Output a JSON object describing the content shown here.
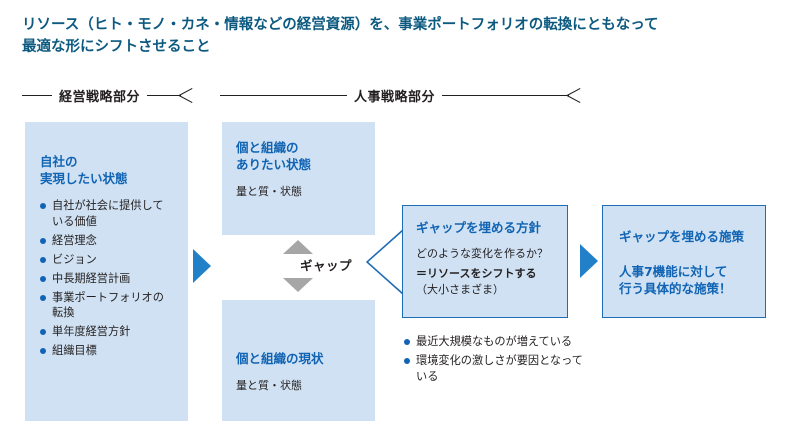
{
  "title": {
    "line1": "リソース（ヒト・モノ・カネ・情報などの経営資源）を、事業ポートフォリオの転換にともなって",
    "line2": "最適な形にシフトさせること",
    "color": "#0d5a80"
  },
  "section_arrows": [
    {
      "label": "経営戦略部分"
    },
    {
      "label": "人事戦略部分"
    }
  ],
  "boxes": {
    "own_company": {
      "heading_line1": "自社の",
      "heading_line2": "実現したい状態",
      "bullets": [
        "自社が社会に提供している価値",
        "経営理念",
        "ビジョン",
        "中長期経営計画",
        "事業ポートフォリオの転換",
        "単年度経営方針",
        "組織目標"
      ]
    },
    "desired_state": {
      "heading_line1": "個と組織の",
      "heading_line2": "ありたい状態",
      "sub": "量と質・状態"
    },
    "current_state": {
      "heading_line1": "個と組織の現状",
      "sub": "量と質・状態"
    },
    "policy": {
      "heading": "ギャップを埋める方針",
      "question": "どのような変化を作るか？",
      "answer": "＝リソースをシフトする",
      "note": "（大小さまざま）"
    },
    "measures": {
      "heading": "ギャップを埋める施策",
      "body_line1": "人事7機能に対して",
      "body_line2": "行う具体的な施策！"
    }
  },
  "gap": {
    "label": "ギャップ"
  },
  "policy_notes": [
    "最近大規模なものが増えている",
    "環境変化の激しさが要因となっている"
  ],
  "colors": {
    "fill_blue": "#cfe1f2",
    "border_blue": "#1e6cb3",
    "heading_blue": "#1164b4",
    "arrow_blue": "#2280c8",
    "gray_triangle": "#a6a6a6",
    "title_teal": "#0d5a80"
  },
  "icons": {
    "bullet": "bullet-dot-icon",
    "arrow_right": "arrow-right-triangle-icon",
    "arrow_up": "arrow-up-triangle-icon",
    "arrow_down": "arrow-down-triangle-icon",
    "section_arrow": "long-arrow-right-icon",
    "gap_connector": "gap-bracket-icon"
  }
}
